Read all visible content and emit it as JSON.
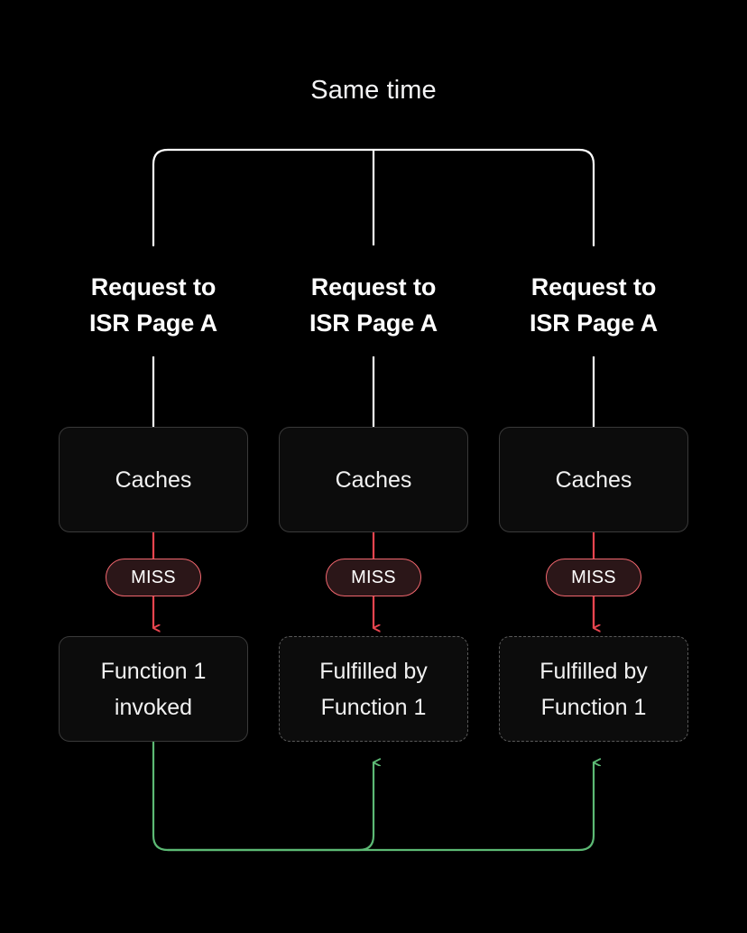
{
  "diagram": {
    "title": "Same time",
    "background": "#000000",
    "colors": {
      "line_white": "#ffffff",
      "line_red": "#e8454f",
      "line_green": "#5cb974",
      "badge_fill": "#2b1618",
      "badge_border": "#f1666e",
      "node_fill": "#0c0c0c",
      "node_border_solid": "#3a3a3a",
      "node_border_dashed": "#5a5a5a",
      "text": "#f2f2f2"
    },
    "columns": [
      {
        "id": "column-1",
        "heading_line1": "Request to",
        "heading_line2": "ISR Page A",
        "cache": "Caches",
        "badge": "MISS",
        "result_line1": "Function 1",
        "result_line2": "invoked",
        "result_style": "solid"
      },
      {
        "id": "column-2",
        "heading_line1": "Request to",
        "heading_line2": "ISR Page A",
        "cache": "Caches",
        "badge": "MISS",
        "result_line1": "Fulfilled by",
        "result_line2": "Function 1",
        "result_style": "dashed"
      },
      {
        "id": "column-3",
        "heading_line1": "Request to",
        "heading_line2": "ISR Page A",
        "cache": "Caches",
        "badge": "MISS",
        "result_line1": "Fulfilled by",
        "result_line2": "Function 1",
        "result_style": "dashed"
      }
    ]
  }
}
